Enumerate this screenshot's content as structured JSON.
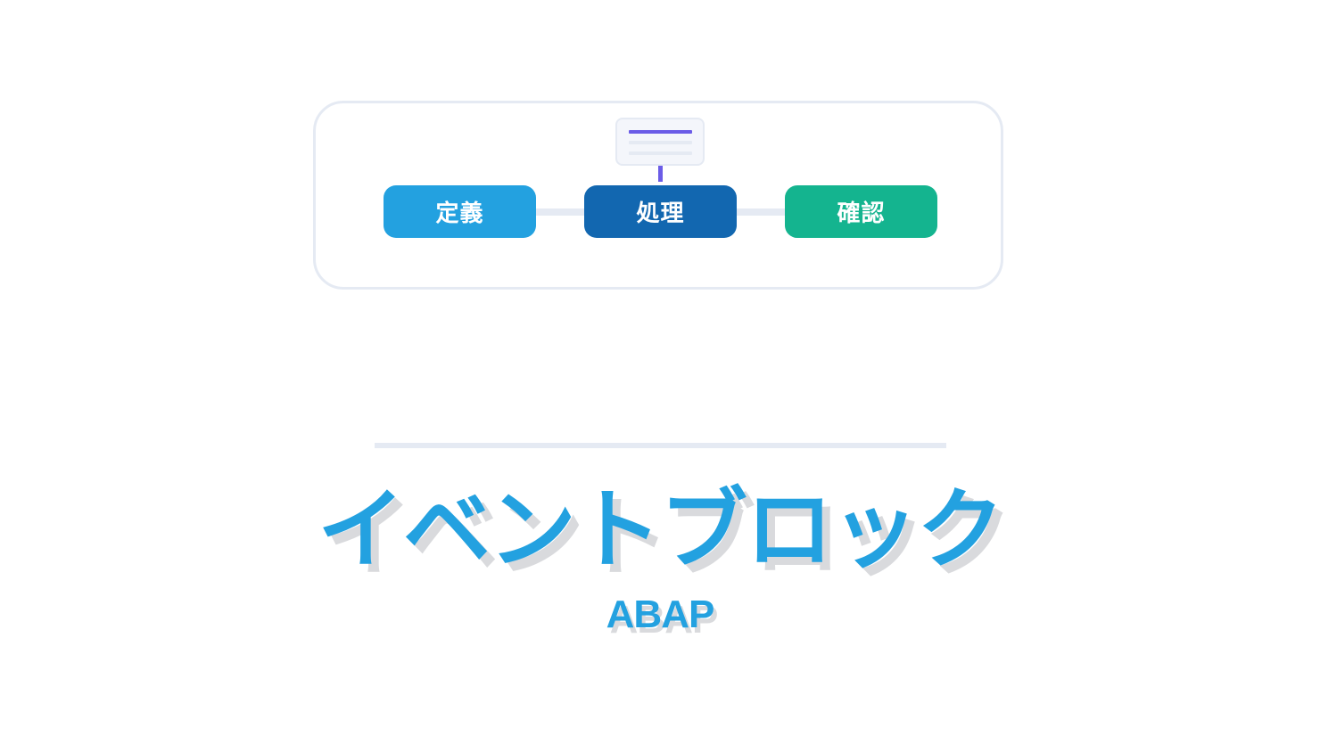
{
  "flow": {
    "steps": [
      {
        "label": "定義",
        "color": "#23a1e0"
      },
      {
        "label": "処理",
        "color": "#1267b0"
      },
      {
        "label": "確認",
        "color": "#14b48f"
      }
    ],
    "note_card": {
      "accent_color": "#6b5ce7",
      "line_color": "#e5eaf3"
    },
    "connector_color": "#e5eaf3"
  },
  "title": {
    "text": "イベントブロック",
    "color": "#23a1e0"
  },
  "subtitle": {
    "text": "ABAP",
    "color": "#23a1e0"
  }
}
